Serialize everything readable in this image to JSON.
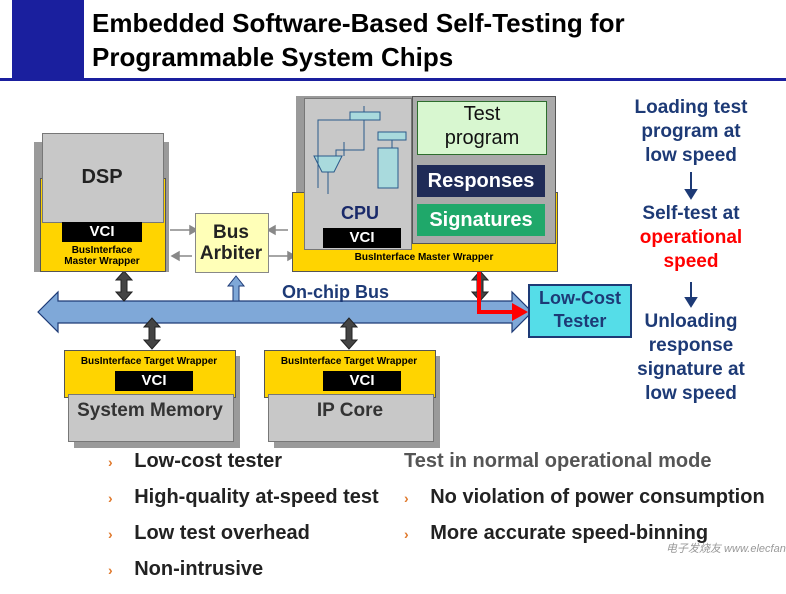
{
  "title": {
    "line1": "Embedded Software-Based Self-Testing for",
    "line2": "Programmable System Chips"
  },
  "dsp": {
    "label": "DSP",
    "vci": "VCI",
    "wrapper_line1": "BusInterface",
    "wrapper_line2": "Master Wrapper"
  },
  "bus_arbiter": {
    "line1": "Bus",
    "line2": "Arbiter"
  },
  "cpu": {
    "label": "CPU",
    "vci": "VCI",
    "wrapper": "BusInterface Master Wrapper",
    "test_program_line1": "Test",
    "test_program_line2": "program",
    "responses": "Responses",
    "signatures": "Signatures"
  },
  "onchip_bus": "On-chip Bus",
  "low_cost_tester": {
    "line1": "Low-Cost",
    "line2": "Tester"
  },
  "system_memory": {
    "wrapper": "BusInterface Target Wrapper",
    "vci": "VCI",
    "label": "System Memory"
  },
  "ip_core": {
    "wrapper": "BusInterface Target Wrapper",
    "vci": "VCI",
    "label": "IP Core"
  },
  "flow": {
    "step1_line1": "Loading test",
    "step1_line2": "program at",
    "step1_line3": "low speed",
    "step2_line1": "Self-test at",
    "step2_line2": "operational",
    "step2_line3": "speed",
    "step3_line1": "Unloading",
    "step3_line2": "response",
    "step3_line3": "signature at",
    "step3_line4": "low speed"
  },
  "bullets_left": [
    "Low-cost tester",
    "High-quality at-speed test",
    "Low test overhead",
    "Non-intrusive"
  ],
  "right_heading": "Test in normal operational mode",
  "bullets_right": [
    "No violation of power consumption",
    "More accurate speed-binning"
  ],
  "watermark": "电子发烧友 www.elecfans.com",
  "bullet_glyph": "›",
  "colors": {
    "title_bar": "#1a1f9e",
    "bus": "#7fa8d8",
    "tester": "#55dde8",
    "red_path": "#ff0000",
    "flow_text": "#1d3a76",
    "operational": "#ff0000"
  }
}
